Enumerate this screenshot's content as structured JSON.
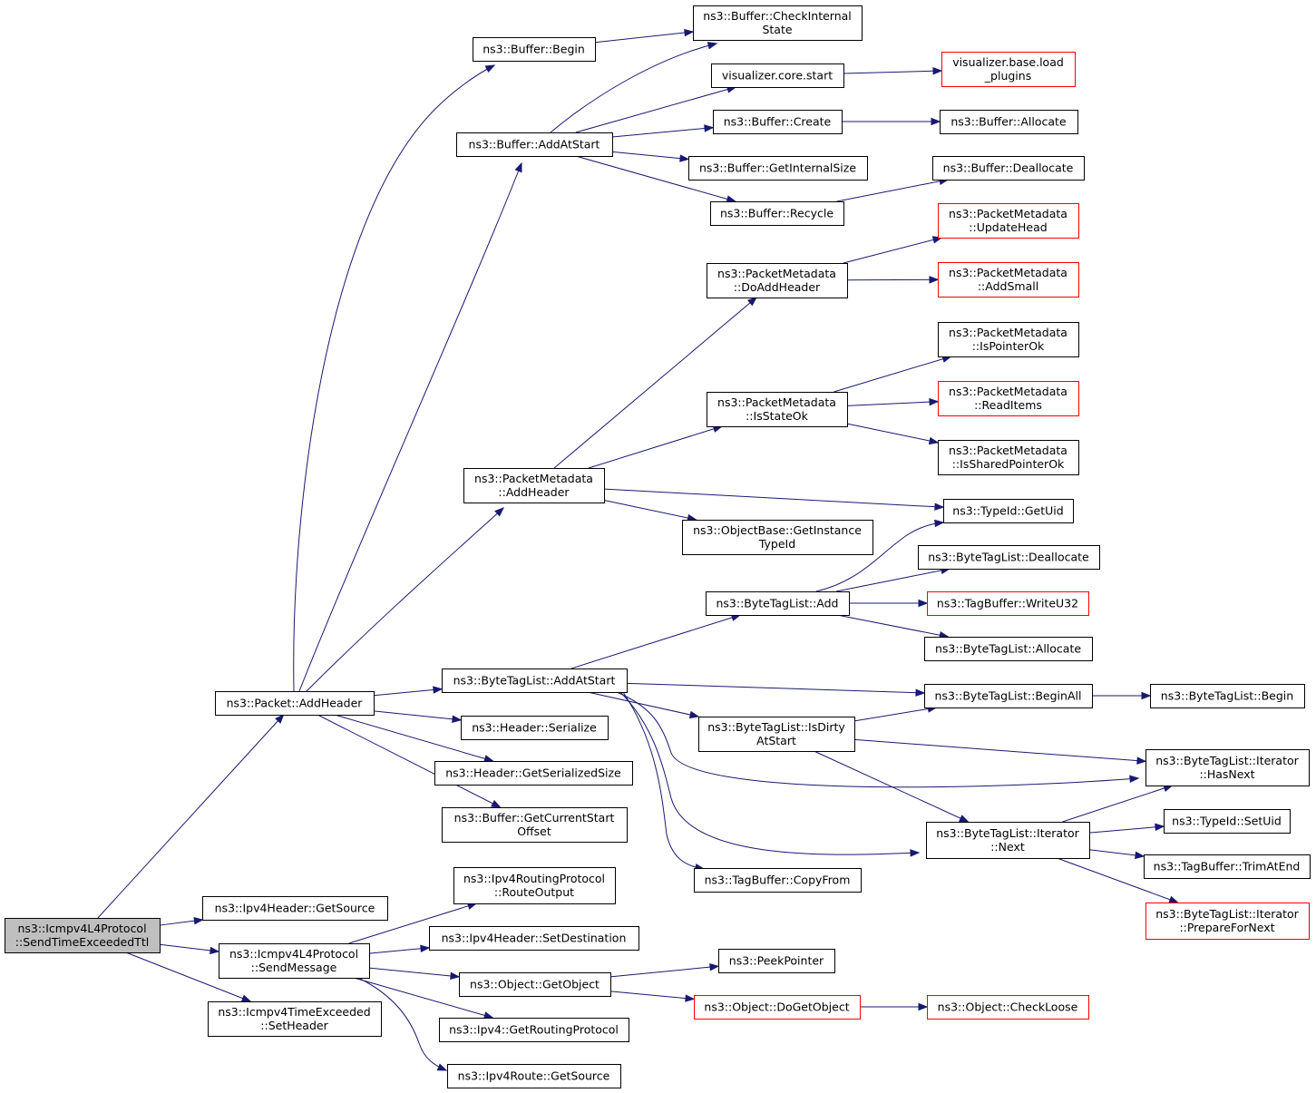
{
  "diagram": {
    "type": "call-graph",
    "colors": {
      "edge": "#191970",
      "node_border": "#000000",
      "node_border_missing": "#ff0000",
      "root_fill": "#bfbfbf"
    },
    "nodes": [
      {
        "id": "root",
        "lines": [
          "ns3::Icmpv4L4Protocol",
          "::SendTimeExceededTtl"
        ],
        "style": "root"
      },
      {
        "id": "pkt_addheader",
        "lines": [
          "ns3::Packet::AddHeader"
        ]
      },
      {
        "id": "ipv4hdr_getsource",
        "lines": [
          "ns3::Ipv4Header::GetSource"
        ]
      },
      {
        "id": "icmp_sendmessage",
        "lines": [
          "ns3::Icmpv4L4Protocol",
          "::SendMessage"
        ]
      },
      {
        "id": "icmp_te_setheader",
        "lines": [
          "ns3::Icmpv4TimeExceeded",
          "::SetHeader"
        ]
      },
      {
        "id": "buf_begin",
        "lines": [
          "ns3::Buffer::Begin"
        ]
      },
      {
        "id": "buf_addatstart",
        "lines": [
          "ns3::Buffer::AddAtStart"
        ]
      },
      {
        "id": "pm_addheader",
        "lines": [
          "ns3::PacketMetadata",
          "::AddHeader"
        ]
      },
      {
        "id": "btl_addatstart",
        "lines": [
          "ns3::ByteTagList::AddAtStart"
        ]
      },
      {
        "id": "hdr_serialize",
        "lines": [
          "ns3::Header::Serialize"
        ]
      },
      {
        "id": "hdr_getserializedsize",
        "lines": [
          "ns3::Header::GetSerializedSize"
        ]
      },
      {
        "id": "buf_getcurrentstartoffset",
        "lines": [
          "ns3::Buffer::GetCurrentStart",
          "Offset"
        ]
      },
      {
        "id": "buf_checkinternalstate",
        "lines": [
          "ns3::Buffer::CheckInternal",
          "State"
        ]
      },
      {
        "id": "viz_core_start",
        "lines": [
          "visualizer.core.start"
        ]
      },
      {
        "id": "viz_base_load_plugins",
        "lines": [
          "visualizer.base.load",
          "_plugins"
        ],
        "style": "missing"
      },
      {
        "id": "buf_create",
        "lines": [
          "ns3::Buffer::Create"
        ]
      },
      {
        "id": "buf_allocate",
        "lines": [
          "ns3::Buffer::Allocate"
        ]
      },
      {
        "id": "buf_getinternalsize",
        "lines": [
          "ns3::Buffer::GetInternalSize"
        ]
      },
      {
        "id": "buf_deallocate",
        "lines": [
          "ns3::Buffer::Deallocate"
        ]
      },
      {
        "id": "buf_recycle",
        "lines": [
          "ns3::Buffer::Recycle"
        ]
      },
      {
        "id": "pm_updatehead",
        "lines": [
          "ns3::PacketMetadata",
          "::UpdateHead"
        ],
        "style": "missing"
      },
      {
        "id": "pm_doaddheader",
        "lines": [
          "ns3::PacketMetadata",
          "::DoAddHeader"
        ]
      },
      {
        "id": "pm_addsmall",
        "lines": [
          "ns3::PacketMetadata",
          "::AddSmall"
        ],
        "style": "missing"
      },
      {
        "id": "pm_ispointerok",
        "lines": [
          "ns3::PacketMetadata",
          "::IsPointerOk"
        ]
      },
      {
        "id": "pm_isstateok",
        "lines": [
          "ns3::PacketMetadata",
          "::IsStateOk"
        ]
      },
      {
        "id": "pm_readitems",
        "lines": [
          "ns3::PacketMetadata",
          "::ReadItems"
        ],
        "style": "missing"
      },
      {
        "id": "pm_issharedpointerok",
        "lines": [
          "ns3::PacketMetadata",
          "::IsSharedPointerOk"
        ]
      },
      {
        "id": "typeid_getuid",
        "lines": [
          "ns3::TypeId::GetUid"
        ]
      },
      {
        "id": "objbase_getinstancetypeid",
        "lines": [
          "ns3::ObjectBase::GetInstance",
          "TypeId"
        ]
      },
      {
        "id": "btl_deallocate",
        "lines": [
          "ns3::ByteTagList::Deallocate"
        ]
      },
      {
        "id": "btl_add",
        "lines": [
          "ns3::ByteTagList::Add"
        ]
      },
      {
        "id": "tagbuf_writeu32",
        "lines": [
          "ns3::TagBuffer::WriteU32"
        ],
        "style": "missing"
      },
      {
        "id": "btl_allocate",
        "lines": [
          "ns3::ByteTagList::Allocate"
        ]
      },
      {
        "id": "btl_beginall",
        "lines": [
          "ns3::ByteTagList::BeginAll"
        ]
      },
      {
        "id": "btl_begin",
        "lines": [
          "ns3::ByteTagList::Begin"
        ]
      },
      {
        "id": "btl_isdirtyatstart",
        "lines": [
          "ns3::ByteTagList::IsDirty",
          "AtStart"
        ]
      },
      {
        "id": "btl_it_hasnext",
        "lines": [
          "ns3::ByteTagList::Iterator",
          "::HasNext"
        ]
      },
      {
        "id": "btl_it_next",
        "lines": [
          "ns3::ByteTagList::Iterator",
          "::Next"
        ]
      },
      {
        "id": "typeid_setuid",
        "lines": [
          "ns3::TypeId::SetUid"
        ]
      },
      {
        "id": "tagbuf_trimatend",
        "lines": [
          "ns3::TagBuffer::TrimAtEnd"
        ]
      },
      {
        "id": "btl_it_prepfornext",
        "lines": [
          "ns3::ByteTagList::Iterator",
          "::PrepareForNext"
        ],
        "style": "missing"
      },
      {
        "id": "tagbuf_copyfrom",
        "lines": [
          "ns3::TagBuffer::CopyFrom"
        ]
      },
      {
        "id": "ipv4rp_routeoutput",
        "lines": [
          "ns3::Ipv4RoutingProtocol",
          "::RouteOutput"
        ]
      },
      {
        "id": "ipv4hdr_setdestination",
        "lines": [
          "ns3::Ipv4Header::SetDestination"
        ]
      },
      {
        "id": "obj_getobject",
        "lines": [
          "ns3::Object::GetObject"
        ]
      },
      {
        "id": "ipv4_getroutingprotocol",
        "lines": [
          "ns3::Ipv4::GetRoutingProtocol"
        ]
      },
      {
        "id": "ipv4route_getsource",
        "lines": [
          "ns3::Ipv4Route::GetSource"
        ]
      },
      {
        "id": "peekpointer",
        "lines": [
          "ns3::PeekPointer"
        ]
      },
      {
        "id": "obj_dogetobject",
        "lines": [
          "ns3::Object::DoGetObject"
        ],
        "style": "missing"
      },
      {
        "id": "obj_checkloose",
        "lines": [
          "ns3::Object::CheckLoose"
        ],
        "style": "missing"
      }
    ],
    "edges": [
      [
        "root",
        "pkt_addheader"
      ],
      [
        "root",
        "ipv4hdr_getsource"
      ],
      [
        "root",
        "icmp_sendmessage"
      ],
      [
        "root",
        "icmp_te_setheader"
      ],
      [
        "pkt_addheader",
        "buf_begin"
      ],
      [
        "pkt_addheader",
        "buf_addatstart"
      ],
      [
        "pkt_addheader",
        "pm_addheader"
      ],
      [
        "pkt_addheader",
        "btl_addatstart"
      ],
      [
        "pkt_addheader",
        "hdr_serialize"
      ],
      [
        "pkt_addheader",
        "hdr_getserializedsize"
      ],
      [
        "pkt_addheader",
        "buf_getcurrentstartoffset"
      ],
      [
        "buf_begin",
        "buf_checkinternalstate"
      ],
      [
        "buf_addatstart",
        "buf_checkinternalstate"
      ],
      [
        "buf_addatstart",
        "viz_core_start"
      ],
      [
        "buf_addatstart",
        "buf_create"
      ],
      [
        "buf_addatstart",
        "buf_getinternalsize"
      ],
      [
        "buf_addatstart",
        "buf_recycle"
      ],
      [
        "viz_core_start",
        "viz_base_load_plugins"
      ],
      [
        "buf_create",
        "buf_allocate"
      ],
      [
        "buf_recycle",
        "buf_deallocate"
      ],
      [
        "pm_addheader",
        "pm_doaddheader"
      ],
      [
        "pm_addheader",
        "pm_isstateok"
      ],
      [
        "pm_addheader",
        "typeid_getuid"
      ],
      [
        "pm_addheader",
        "objbase_getinstancetypeid"
      ],
      [
        "pm_doaddheader",
        "pm_updatehead"
      ],
      [
        "pm_doaddheader",
        "pm_addsmall"
      ],
      [
        "pm_isstateok",
        "pm_ispointerok"
      ],
      [
        "pm_isstateok",
        "pm_readitems"
      ],
      [
        "pm_isstateok",
        "pm_issharedpointerok"
      ],
      [
        "btl_addatstart",
        "btl_add"
      ],
      [
        "btl_addatstart",
        "btl_beginall"
      ],
      [
        "btl_addatstart",
        "btl_isdirtyatstart"
      ],
      [
        "btl_addatstart",
        "btl_it_hasnext"
      ],
      [
        "btl_addatstart",
        "btl_it_next"
      ],
      [
        "btl_addatstart",
        "tagbuf_copyfrom"
      ],
      [
        "btl_add",
        "typeid_getuid"
      ],
      [
        "btl_add",
        "btl_deallocate"
      ],
      [
        "btl_add",
        "tagbuf_writeu32"
      ],
      [
        "btl_add",
        "btl_allocate"
      ],
      [
        "btl_beginall",
        "btl_begin"
      ],
      [
        "btl_isdirtyatstart",
        "btl_beginall"
      ],
      [
        "btl_isdirtyatstart",
        "btl_it_hasnext"
      ],
      [
        "btl_isdirtyatstart",
        "btl_it_next"
      ],
      [
        "btl_it_next",
        "btl_it_hasnext"
      ],
      [
        "btl_it_next",
        "typeid_setuid"
      ],
      [
        "btl_it_next",
        "tagbuf_trimatend"
      ],
      [
        "btl_it_next",
        "btl_it_prepfornext"
      ],
      [
        "icmp_sendmessage",
        "ipv4rp_routeoutput"
      ],
      [
        "icmp_sendmessage",
        "ipv4hdr_setdestination"
      ],
      [
        "icmp_sendmessage",
        "obj_getobject"
      ],
      [
        "icmp_sendmessage",
        "ipv4_getroutingprotocol"
      ],
      [
        "icmp_sendmessage",
        "ipv4route_getsource"
      ],
      [
        "obj_getobject",
        "peekpointer"
      ],
      [
        "obj_getobject",
        "obj_dogetobject"
      ],
      [
        "obj_dogetobject",
        "obj_checkloose"
      ]
    ]
  }
}
